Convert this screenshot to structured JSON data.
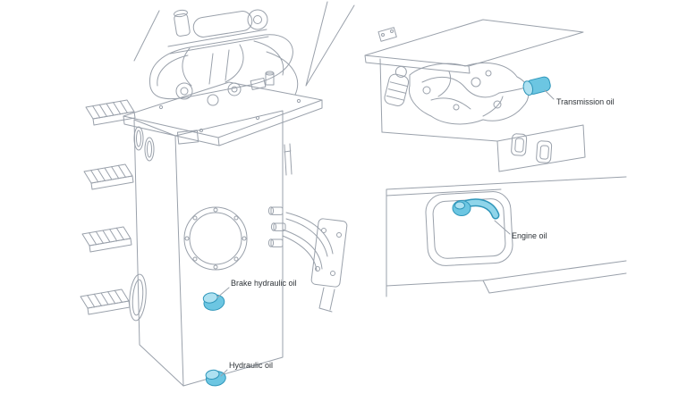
{
  "page": {
    "background": "#ffffff"
  },
  "labels": {
    "transmission_oil": "Transmission oil",
    "engine_oil": "Engine oil",
    "brake_hydraulic_oil": "Brake hydraulic oil",
    "hydraulic_oil": "Hydraulic oil"
  },
  "colors": {
    "line": "#9aa1ab",
    "highlight_fill": "#6cc6e2",
    "highlight_fill_light": "#ade1f1",
    "highlight_stroke": "#2f96ba",
    "label_text": "#2e3338"
  }
}
